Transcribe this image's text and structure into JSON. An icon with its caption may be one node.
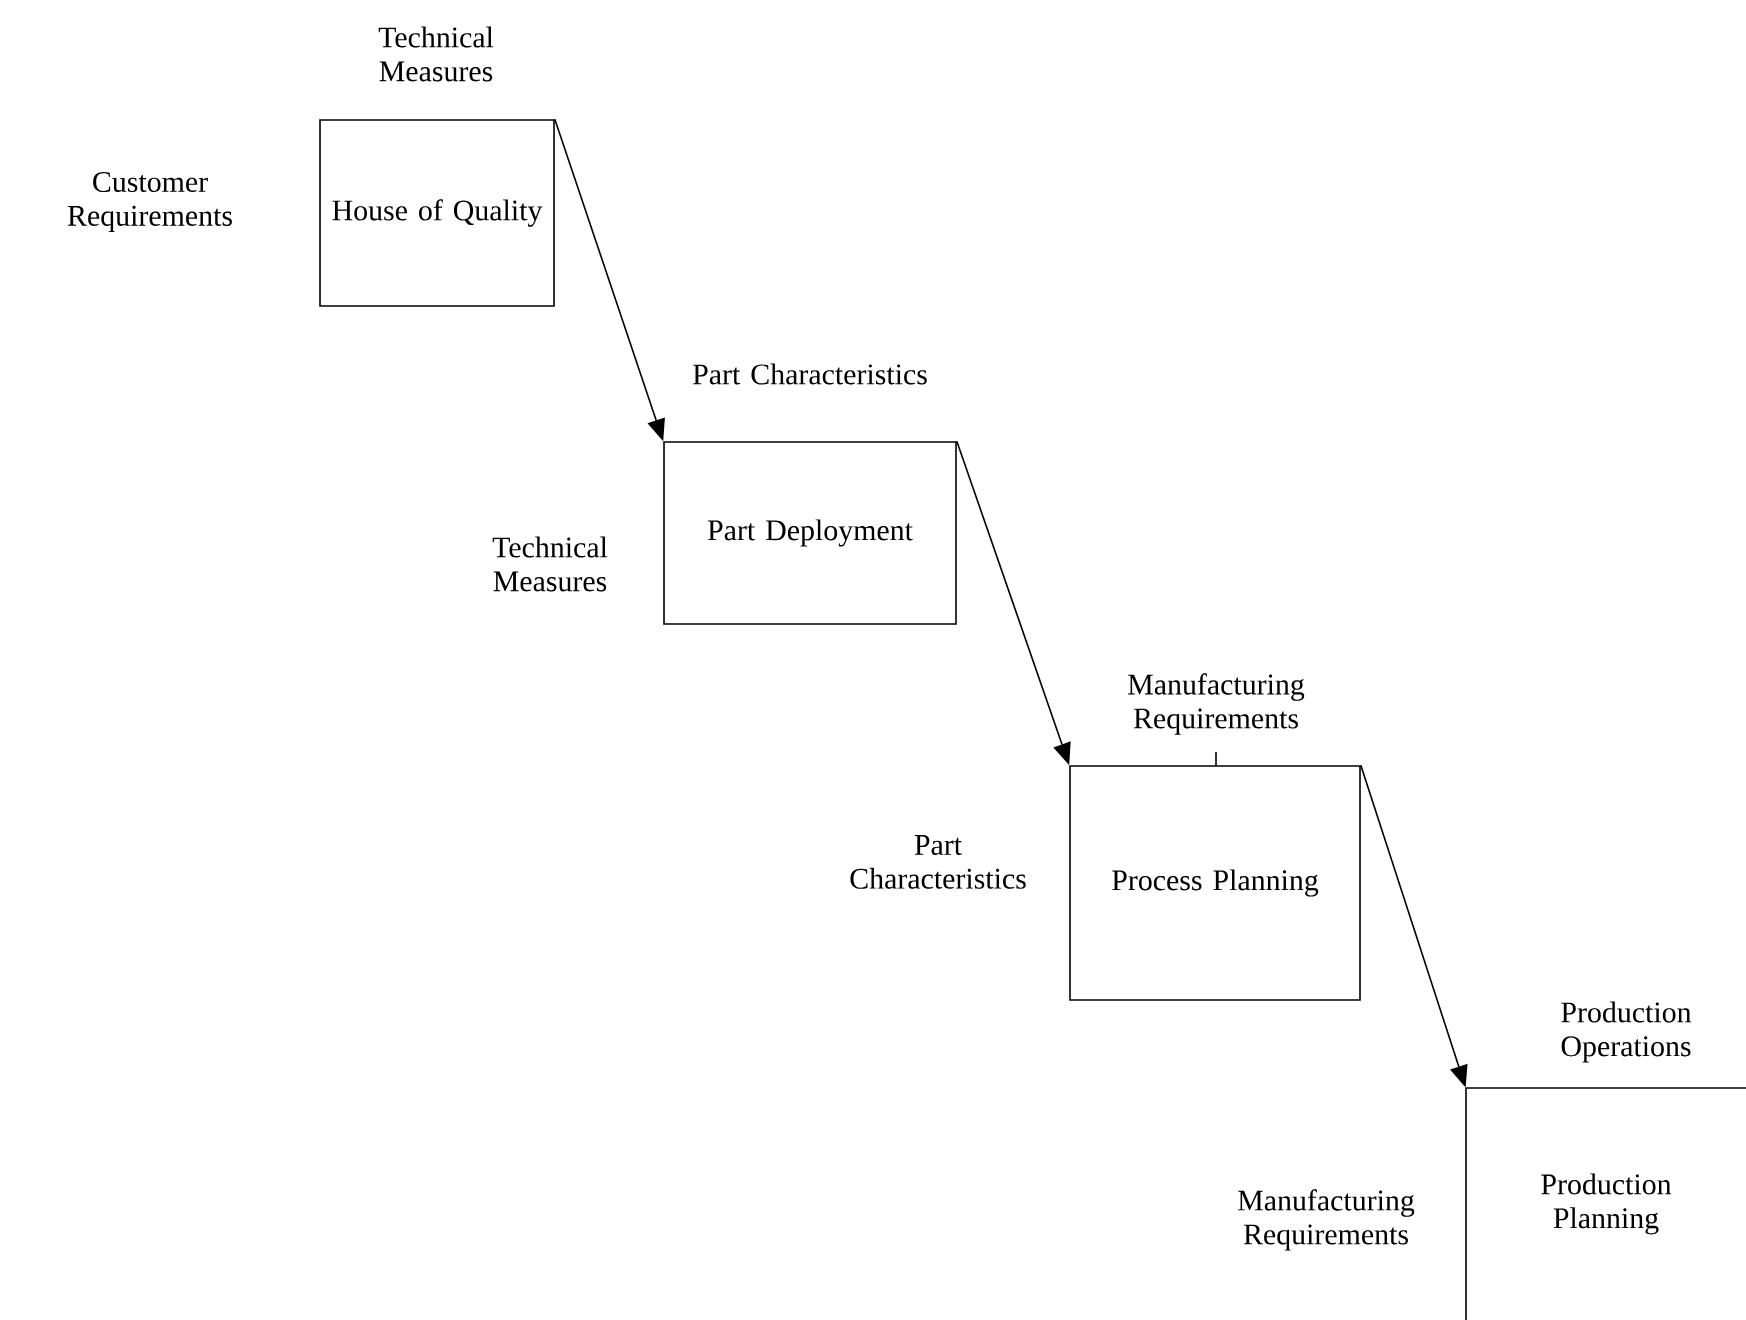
{
  "diagram": {
    "nodes": [
      {
        "text": [
          "House of Quality"
        ],
        "beside": [
          "Technical Measures",
          "Customer Requirements"
        ]
      },
      {
        "text": [
          "Part Deployment"
        ],
        "beside": [
          "Part Characteristics",
          "Technical Measures"
        ]
      },
      {
        "text": [
          "Process Planning"
        ],
        "beside": [
          "Manufacturing Requirements",
          "Part Characteristics"
        ]
      },
      {
        "text": [
          "Production Planning"
        ],
        "beside": [
          "Production Operations",
          "Manufacturing Requirements"
        ]
      }
    ],
    "edges": [
      {
        "from": 0,
        "to": 1,
        "arrow": "to"
      },
      {
        "from": 1,
        "to": 2,
        "arrow": "to"
      },
      {
        "from": 2,
        "to": 3,
        "arrow": "to"
      }
    ]
  }
}
